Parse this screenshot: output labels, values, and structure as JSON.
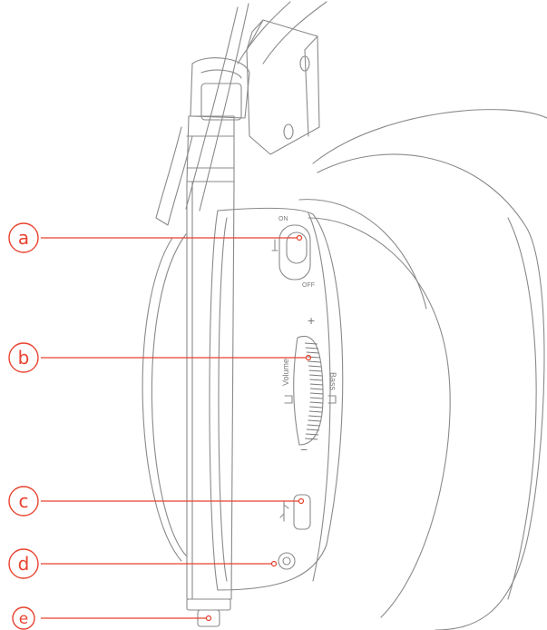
{
  "callouts": [
    {
      "id": "a",
      "letter": "a"
    },
    {
      "id": "b",
      "letter": "b"
    },
    {
      "id": "c",
      "letter": "c"
    },
    {
      "id": "d",
      "letter": "d"
    },
    {
      "id": "e",
      "letter": "e"
    }
  ],
  "labels": {
    "mic_on": "ON",
    "mic_off": "OFF",
    "volume": "Volume",
    "bass": "Bass",
    "plus": "+",
    "minus": "−"
  },
  "colors": {
    "accent": "#e8422e",
    "line": "#8a8a8a"
  }
}
